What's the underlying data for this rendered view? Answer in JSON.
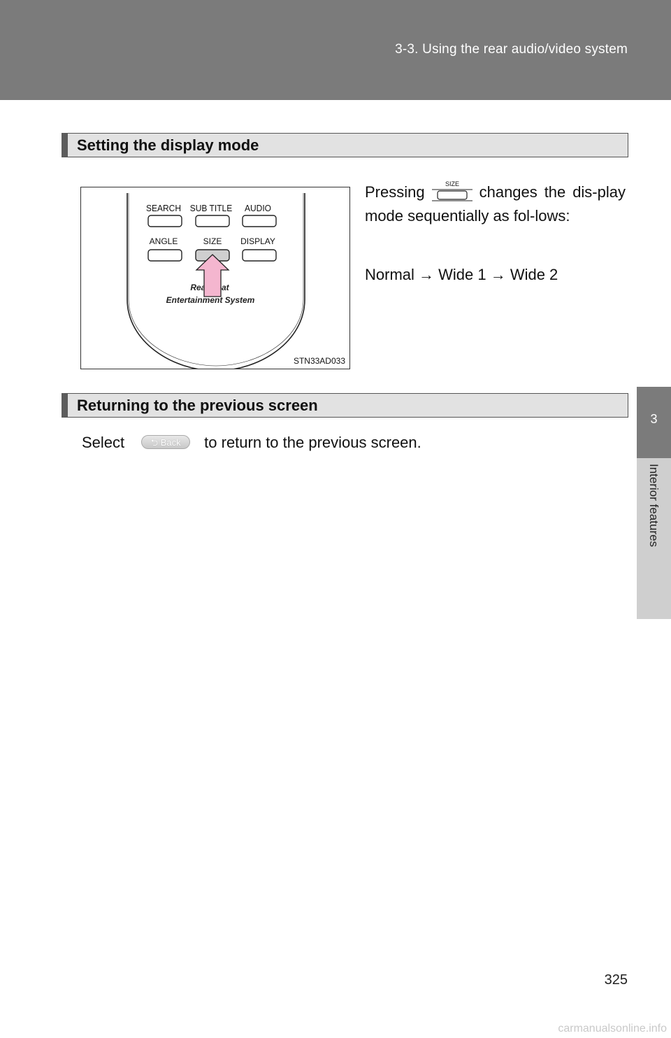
{
  "header": {
    "title": "3-3. Using the rear audio/video system"
  },
  "side_tab": {
    "number": "3",
    "label": "Interior features"
  },
  "section1": {
    "title": "Setting the display mode",
    "para_before": "Pressing",
    "para_after": "changes the dis-play mode sequentially as fol-lows:",
    "modes": "Normal → Wide 1 → Wide 2",
    "inline_button_label": "SIZE"
  },
  "figure": {
    "buttons_row1": [
      "SEARCH",
      "SUB TITLE",
      "AUDIO"
    ],
    "buttons_row2": [
      "ANGLE",
      "SIZE",
      "DISPLAY"
    ],
    "caption_line1": "Rear Seat",
    "caption_line2": "Entertainment System",
    "code": "STN33AD033",
    "arrow_color": "#f4b6cf"
  },
  "section2": {
    "title": "Returning to the previous screen",
    "before": "Select",
    "button_label": "⮌ Back",
    "after": "to return to the previous screen."
  },
  "page_number": "325",
  "watermark": "carmanualsonline.info"
}
